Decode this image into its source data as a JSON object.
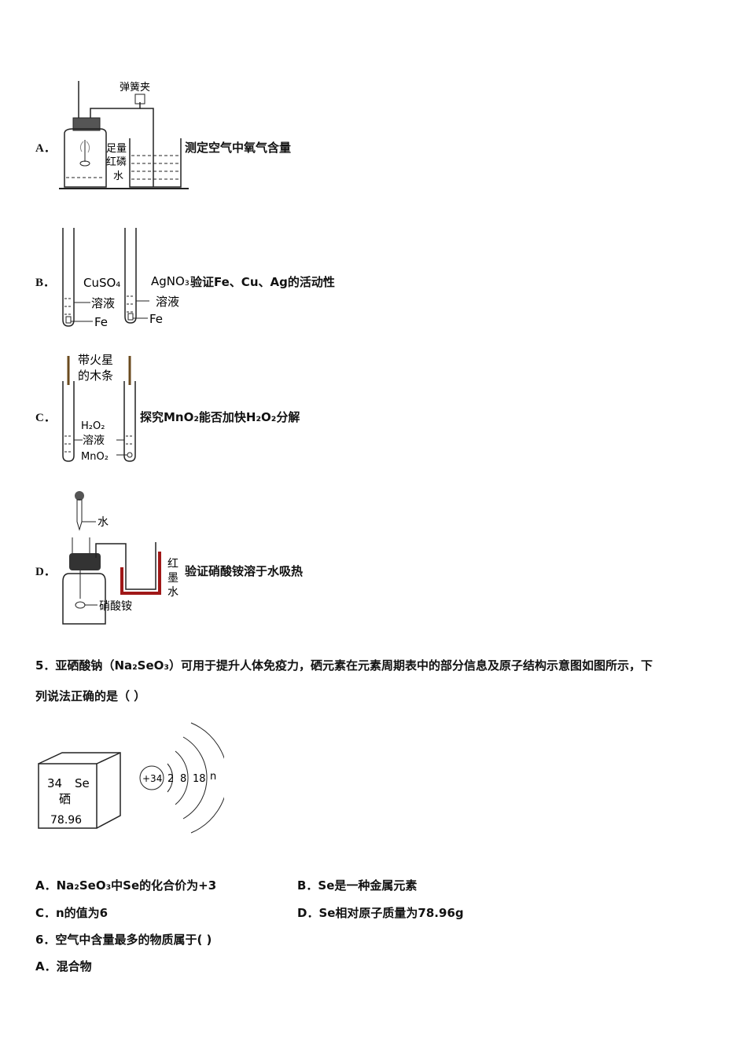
{
  "q4": {
    "options": [
      {
        "letter": "A．",
        "caption": "测定空气中氧气含量",
        "labels": {
          "clamp": "弹簧夹",
          "phos1": "足量",
          "phos2": "红磷",
          "water": "水"
        }
      },
      {
        "letter": "B．",
        "caption": "验证Fe、Cu、Ag的活动性",
        "labels": {
          "left_reagent": "CuSO₄",
          "left_sol": "溶液",
          "left_metal": "Fe",
          "right_reagent": "AgNO₃",
          "right_sol": "溶液",
          "right_metal": "Fe"
        }
      },
      {
        "letter": "C．",
        "caption": "探究MnO₂能否加快H₂O₂分解",
        "labels": {
          "stick1": "带火星",
          "stick2": "的木条",
          "h2o2": "H₂O₂",
          "sol": "溶液",
          "mno2": "MnO₂"
        }
      },
      {
        "letter": "D．",
        "caption": "验证硝酸铵溶于水吸热",
        "labels": {
          "water": "水",
          "ink1": "红",
          "ink2": "墨",
          "ink3": "水",
          "salt": "硝酸铵"
        }
      }
    ]
  },
  "q5": {
    "stem_line1": "5．亚硒酸钠（Na₂SeO₃）可用于提升人体免疫力，硒元素在元素周期表中的部分信息及原子结构示意图如图所示，下",
    "stem_line2": "列说法正确的是（ ）",
    "element": {
      "number": "34",
      "symbol": "Se",
      "name": "硒",
      "mass": "78.96"
    },
    "atom": {
      "nucleus": "+34",
      "shell1": "2",
      "shell2": "8",
      "shell3": "18",
      "shell4": "n"
    },
    "choices": {
      "A": "A．Na₂SeO₃中Se的化合价为+3",
      "B": "B．Se是一种金属元素",
      "C": "C．n的值为6",
      "D": "D．Se相对原子质量为78.96g"
    }
  },
  "q6": {
    "stem": "6．空气中含量最多的物质属于( )",
    "choices": {
      "A": "A．混合物"
    }
  }
}
